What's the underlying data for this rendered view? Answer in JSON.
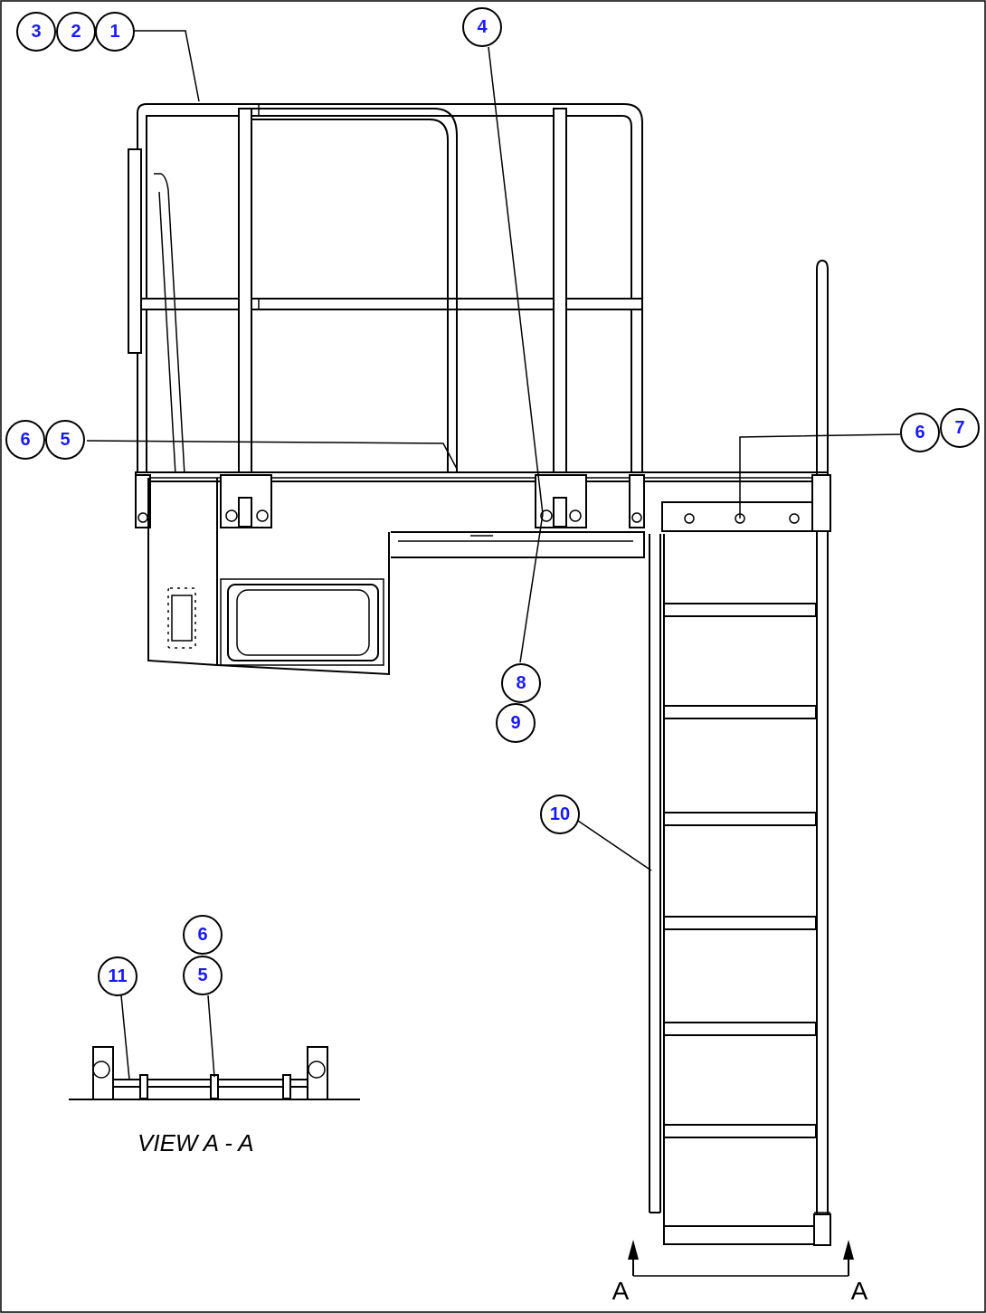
{
  "callouts": {
    "c1": "1",
    "c2": "2",
    "c3": "3",
    "c4": "4",
    "c5a": "5",
    "c6a": "6",
    "c6b": "6",
    "c7": "7",
    "c8": "8",
    "c9": "9",
    "c10": "10",
    "c11": "11",
    "c6c": "6",
    "c5c": "5"
  },
  "view_caption": "VIEW A - A",
  "section_marks": {
    "left": "A",
    "right": "A"
  },
  "colors": {
    "callout_text": "#1a1aff",
    "line": "#000000",
    "background": "#ffffff"
  }
}
